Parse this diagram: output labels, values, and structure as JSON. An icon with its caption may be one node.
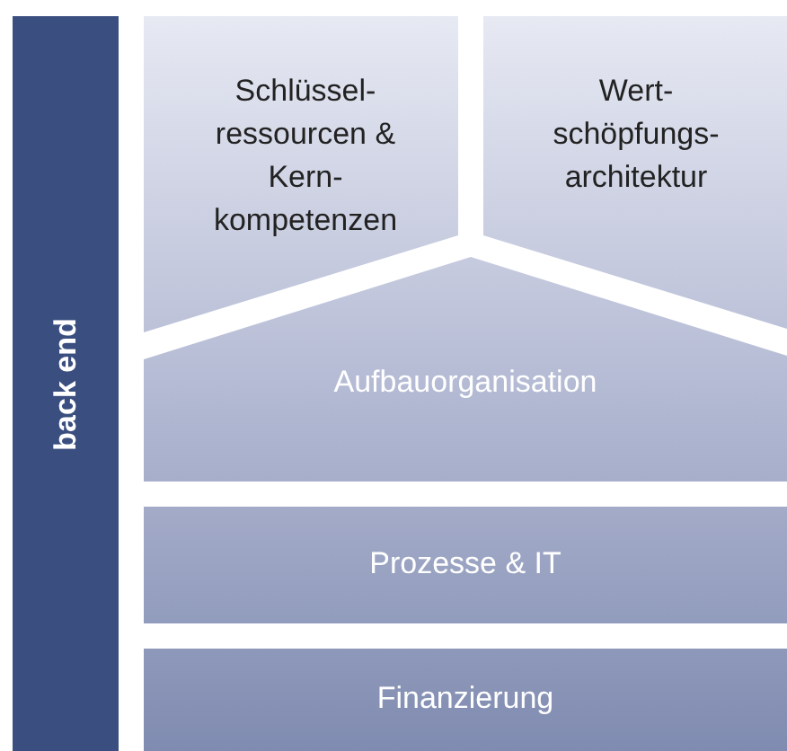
{
  "diagram": {
    "nodes": [
      {
        "text": [
          "back end"
        ]
      },
      {
        "text": [
          "Schlüssel- ressourcen & Kern- kompetenzen"
        ]
      },
      {
        "text": [
          "Wert- schöpfungs- architektur"
        ]
      },
      {
        "text": [
          "Aufbauorganisation"
        ]
      },
      {
        "text": [
          "Prozesse & IT"
        ]
      },
      {
        "text": [
          "Finanzierung"
        ]
      }
    ]
  }
}
